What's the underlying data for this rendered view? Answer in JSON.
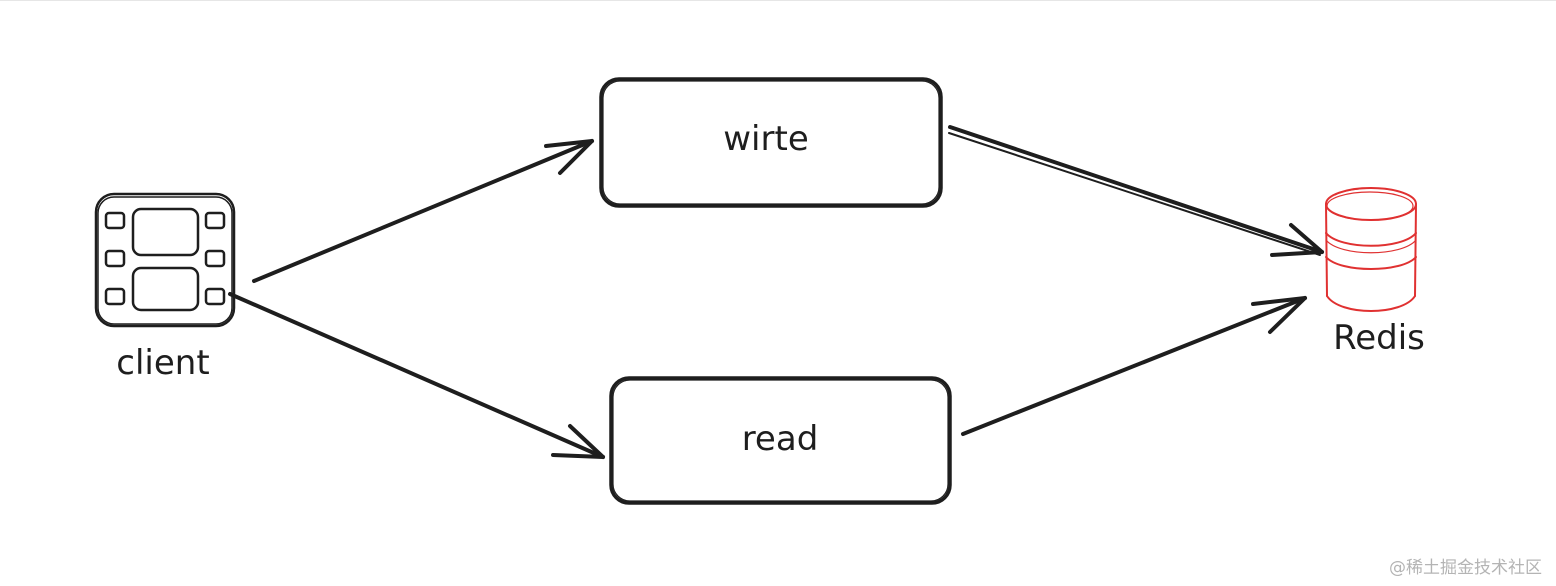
{
  "nodes": {
    "client": {
      "label": "client"
    },
    "write": {
      "label": "wirte"
    },
    "read": {
      "label": "read"
    },
    "redis": {
      "label": "Redis"
    }
  },
  "edges": [
    {
      "from": "client",
      "to": "write"
    },
    {
      "from": "client",
      "to": "read"
    },
    {
      "from": "write",
      "to": "redis"
    },
    {
      "from": "read",
      "to": "redis"
    }
  ],
  "colors": {
    "stroke": "#1e1e1e",
    "redis": "#e03131",
    "watermark": "#b4b4b4"
  },
  "watermark": "@稀土掘金技术社区"
}
